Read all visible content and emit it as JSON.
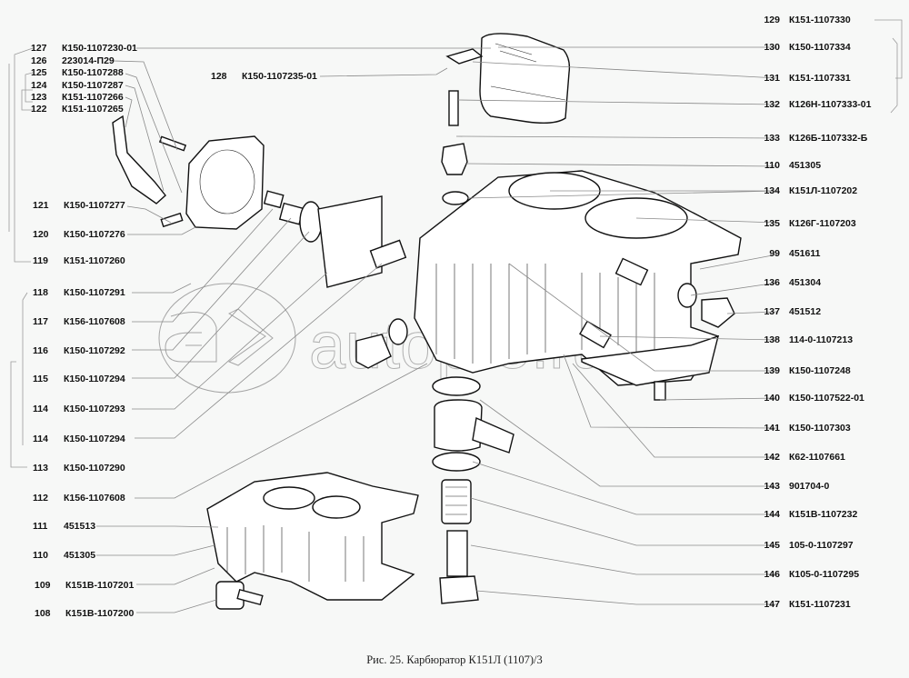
{
  "figure": {
    "caption": "Рис. 25. Карбюратор К151Л (1107)/3",
    "subject": "Карбюратор К151Л",
    "watermark": "autopro.ru"
  },
  "callouts_left": [
    {
      "num": "127",
      "part": "К150-1107230-01"
    },
    {
      "num": "126",
      "part": "223014-П29"
    },
    {
      "num": "125",
      "part": "К150-1107288"
    },
    {
      "num": "124",
      "part": "К150-1107287"
    },
    {
      "num": "123",
      "part": "К151-1107266"
    },
    {
      "num": "122",
      "part": "К151-1107265"
    },
    {
      "num": "121",
      "part": "К150-1107277"
    },
    {
      "num": "120",
      "part": "К150-1107276"
    },
    {
      "num": "119",
      "part": "К151-1107260"
    },
    {
      "num": "118",
      "part": "К150-1107291"
    },
    {
      "num": "117",
      "part": "К156-1107608"
    },
    {
      "num": "116",
      "part": "К150-1107292"
    },
    {
      "num": "115",
      "part": "К150-1107294"
    },
    {
      "num": "114",
      "part": "К150-1107293"
    },
    {
      "num": "114",
      "part": "К150-1107294"
    },
    {
      "num": "113",
      "part": "К150-1107290"
    },
    {
      "num": "112",
      "part": "К156-1107608"
    },
    {
      "num": "111",
      "part": "451513"
    },
    {
      "num": "110",
      "part": "451305"
    },
    {
      "num": "109",
      "part": "К151В-1107201"
    },
    {
      "num": "108",
      "part": "К151В-1107200"
    }
  ],
  "callout_center": {
    "num": "128",
    "part": "К150-1107235-01"
  },
  "callouts_right": [
    {
      "num": "129",
      "part": "К151-1107330"
    },
    {
      "num": "130",
      "part": "К150-1107334"
    },
    {
      "num": "131",
      "part": "К151-1107331"
    },
    {
      "num": "132",
      "part": "К126Н-1107333-01"
    },
    {
      "num": "133",
      "part": "К126Б-1107332-Б"
    },
    {
      "num": "110",
      "part": "451305"
    },
    {
      "num": "134",
      "part": "К151Л-1107202"
    },
    {
      "num": "135",
      "part": "К126Г-1107203"
    },
    {
      "num": "99",
      "part": "451611"
    },
    {
      "num": "136",
      "part": "451304"
    },
    {
      "num": "137",
      "part": "451512"
    },
    {
      "num": "138",
      "part": "114-0-1107213"
    },
    {
      "num": "139",
      "part": "К150-1107248"
    },
    {
      "num": "140",
      "part": "К150-1107522-01"
    },
    {
      "num": "141",
      "part": "К150-1107303"
    },
    {
      "num": "142",
      "part": "К62-1107661"
    },
    {
      "num": "143",
      "part": "901704-0"
    },
    {
      "num": "144",
      "part": "К151В-1107232"
    },
    {
      "num": "145",
      "part": "105-0-1107297"
    },
    {
      "num": "146",
      "part": "К105-0-1107295"
    },
    {
      "num": "147",
      "part": "К151-1107231"
    }
  ]
}
